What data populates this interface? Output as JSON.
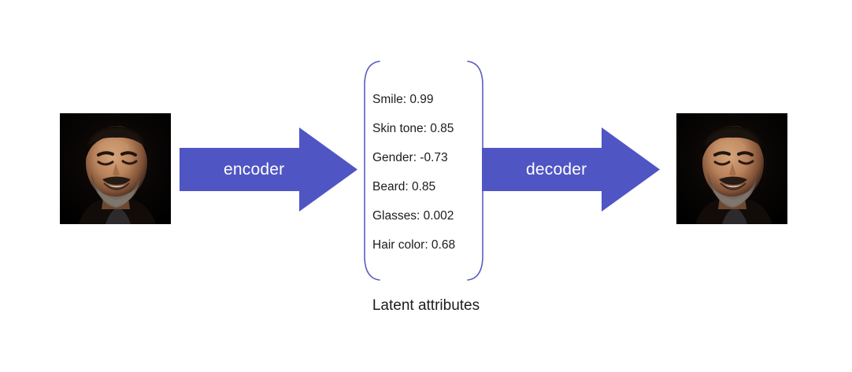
{
  "diagram": {
    "title": "Autoencoder latent attribute diagram",
    "accent_color": "#5055c4",
    "bracket_color": "#5b5fc0",
    "photo_background": "#000000",
    "label_color": "#ffffff",
    "text_color": "#1c1c1c"
  },
  "input_image": {
    "alt": "Photograph of a smiling bearded man on a black background"
  },
  "output_image": {
    "alt": "Reconstructed photograph of the same smiling bearded man on a black background"
  },
  "arrows": {
    "encoder": {
      "label": "encoder"
    },
    "decoder": {
      "label": "decoder"
    }
  },
  "latent": {
    "caption": "Latent attributes",
    "attributes": [
      {
        "name": "Smile",
        "value": "0.99",
        "text": "Smile: 0.99"
      },
      {
        "name": "Skin tone",
        "value": "0.85",
        "text": "Skin tone: 0.85"
      },
      {
        "name": "Gender",
        "value": "-0.73",
        "text": "Gender: -0.73"
      },
      {
        "name": "Beard",
        "value": "0.85",
        "text": "Beard: 0.85"
      },
      {
        "name": "Glasses",
        "value": "0.002",
        "text": "Glasses: 0.002"
      },
      {
        "name": "Hair color",
        "value": "0.68",
        "text": "Hair color: 0.68"
      }
    ]
  }
}
